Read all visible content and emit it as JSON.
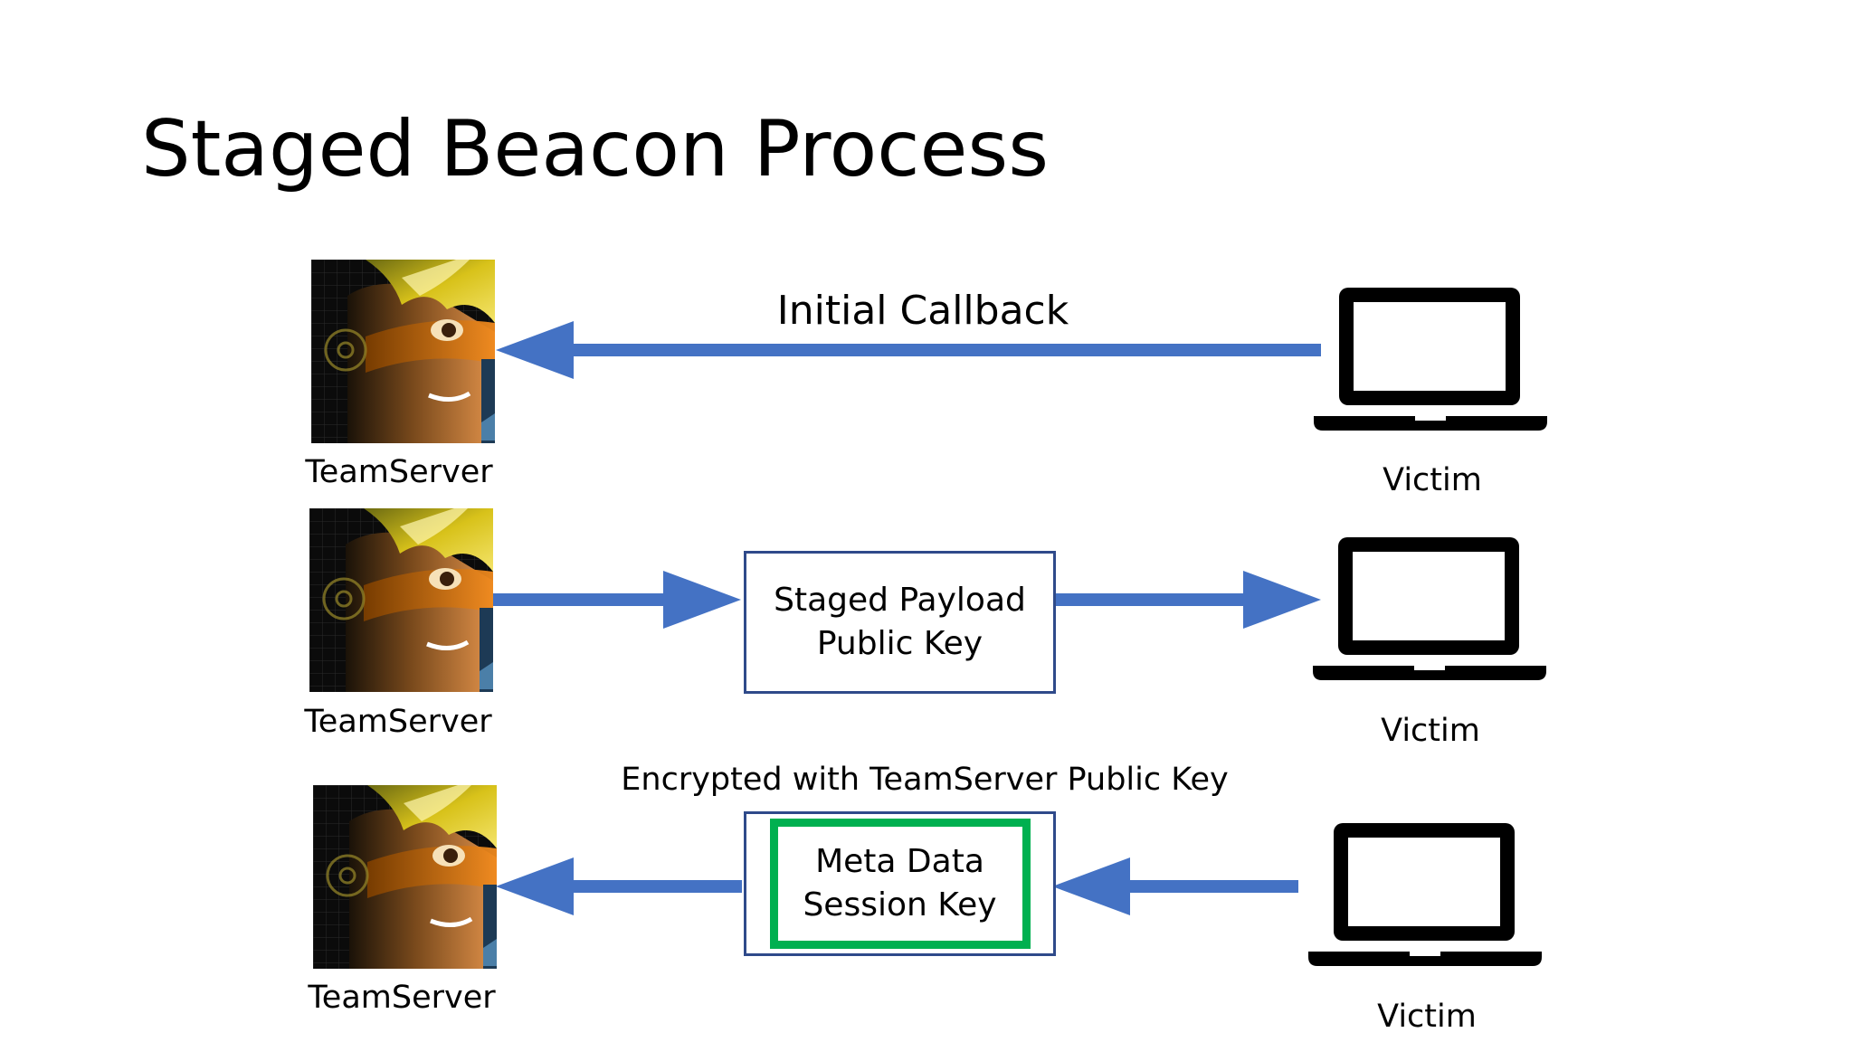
{
  "title": "Staged Beacon Process",
  "colors": {
    "arrow": "#4472c4",
    "box_border": "#2f4a8a",
    "inner_box_border": "#00b050",
    "laptop": "#000000"
  },
  "icons": {
    "teamserver": "anime-hacker-avatar-icon",
    "victim": "laptop-icon"
  },
  "rows": [
    {
      "teamserver_label": "TeamServer",
      "victim_label": "Victim",
      "arrow_label": "Initial Callback"
    },
    {
      "teamserver_label": "TeamServer",
      "victim_label": "Victim",
      "box_lines": [
        "Staged Payload",
        "Public Key"
      ]
    },
    {
      "teamserver_label": "TeamServer",
      "victim_label": "Victim",
      "caption": "Encrypted with TeamServer Public Key",
      "box_lines": [
        "Meta Data",
        "Session Key"
      ]
    }
  ]
}
